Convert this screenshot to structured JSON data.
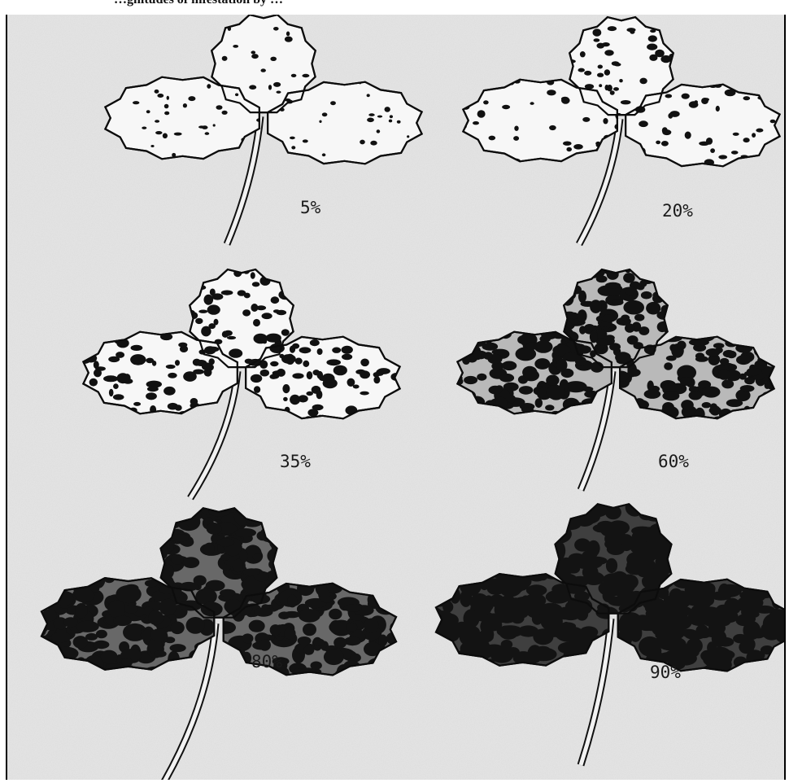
{
  "figure": {
    "title_fragment": "…gnitudes of infestation by …",
    "panels": [
      {
        "label": "5%",
        "severity": 0.05
      },
      {
        "label": "20%",
        "severity": 0.2
      },
      {
        "label": "35%",
        "severity": 0.35
      },
      {
        "label": "60%",
        "severity": 0.6
      },
      {
        "label": "80%",
        "severity": 0.8
      },
      {
        "label": "90%",
        "severity": 0.9
      }
    ]
  }
}
